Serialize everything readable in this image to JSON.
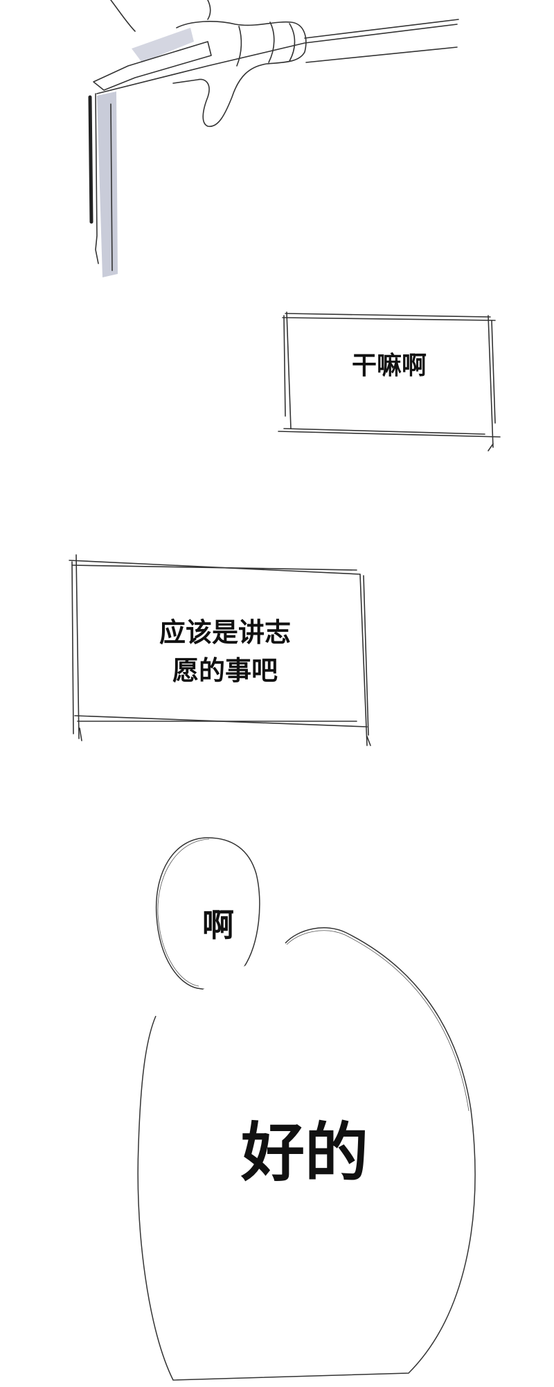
{
  "captions": {
    "box1": "干嘛啊",
    "box2_line1": "应该是讲志",
    "box2_line2": "愿的事吧",
    "bubble_small": "啊",
    "bubble_large": "好的"
  },
  "colors": {
    "background": "#ffffff",
    "ink": "#111111",
    "line": "#333333",
    "shadow": "#c9ccd9"
  }
}
